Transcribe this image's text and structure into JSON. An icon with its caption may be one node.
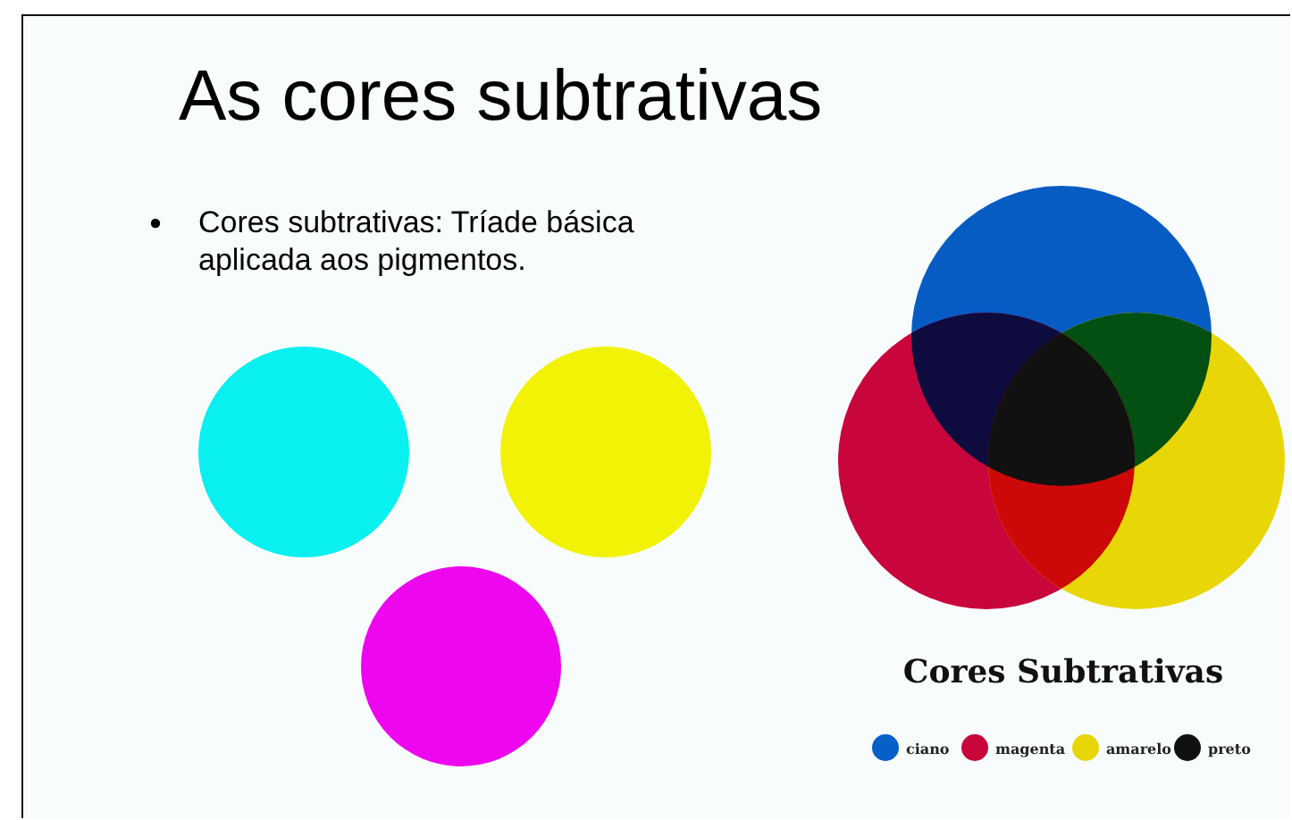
{
  "diagram": {
    "title": "As cores subtrativas",
    "labels": [
      "Cores subtrativas: Tríade básica aplicada aos pigmentos.",
      "Cores Subtrativas"
    ],
    "legend": [
      {
        "text": "ciano",
        "color": "#0660c8"
      },
      {
        "text": "magenta",
        "color": "#c8063c"
      },
      {
        "text": "amarelo",
        "color": "#e8d606"
      },
      {
        "text": "preto",
        "color": "#111111"
      }
    ]
  }
}
